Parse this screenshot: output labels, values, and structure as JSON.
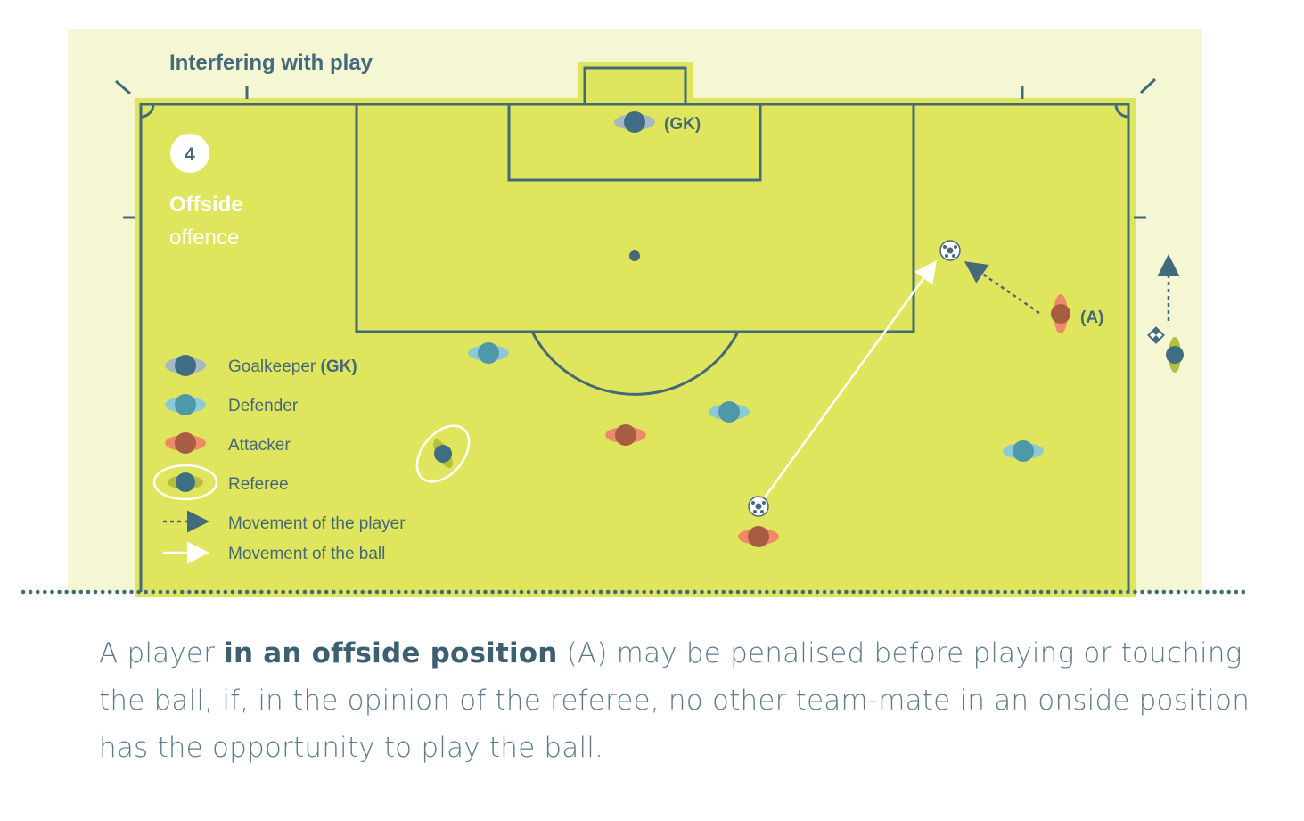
{
  "diagram": {
    "title": "Interfering with play",
    "step_number": "4",
    "section_title": "Offside",
    "section_subtitle": "offence",
    "labels": {
      "goalkeeper": "(GK)",
      "attacker_a": "(A)"
    },
    "legend": [
      {
        "icon": "goalkeeper-icon",
        "text": "Goalkeeper ",
        "bold": "(GK)"
      },
      {
        "icon": "defender-icon",
        "text": "Defender",
        "bold": ""
      },
      {
        "icon": "attacker-icon",
        "text": "Attacker",
        "bold": ""
      },
      {
        "icon": "referee-icon",
        "text": "Referee",
        "bold": ""
      },
      {
        "icon": "dashed-arrow-icon",
        "text": "Movement of the player",
        "bold": ""
      },
      {
        "icon": "solid-arrow-icon",
        "text": "Movement of the ball",
        "bold": ""
      }
    ]
  },
  "caption": {
    "before": "A player ",
    "emphasis": "in an offside position",
    "after": " (A) may be penalised before playing or touching the ball, if, in the opinion of the referee, no other team-mate in an onside position has the opportunity to play the ball."
  },
  "colors": {
    "panel": "#f5f7d4",
    "pitch": "#e0e55e",
    "line": "#44697b",
    "goalkeeper": "#3f6e84",
    "defender": "#4d99a9",
    "attacker": "#a85d42",
    "attacker_light": "#ec8a6a",
    "referee_kit": "#b6bf3a",
    "white": "#ffffff"
  }
}
